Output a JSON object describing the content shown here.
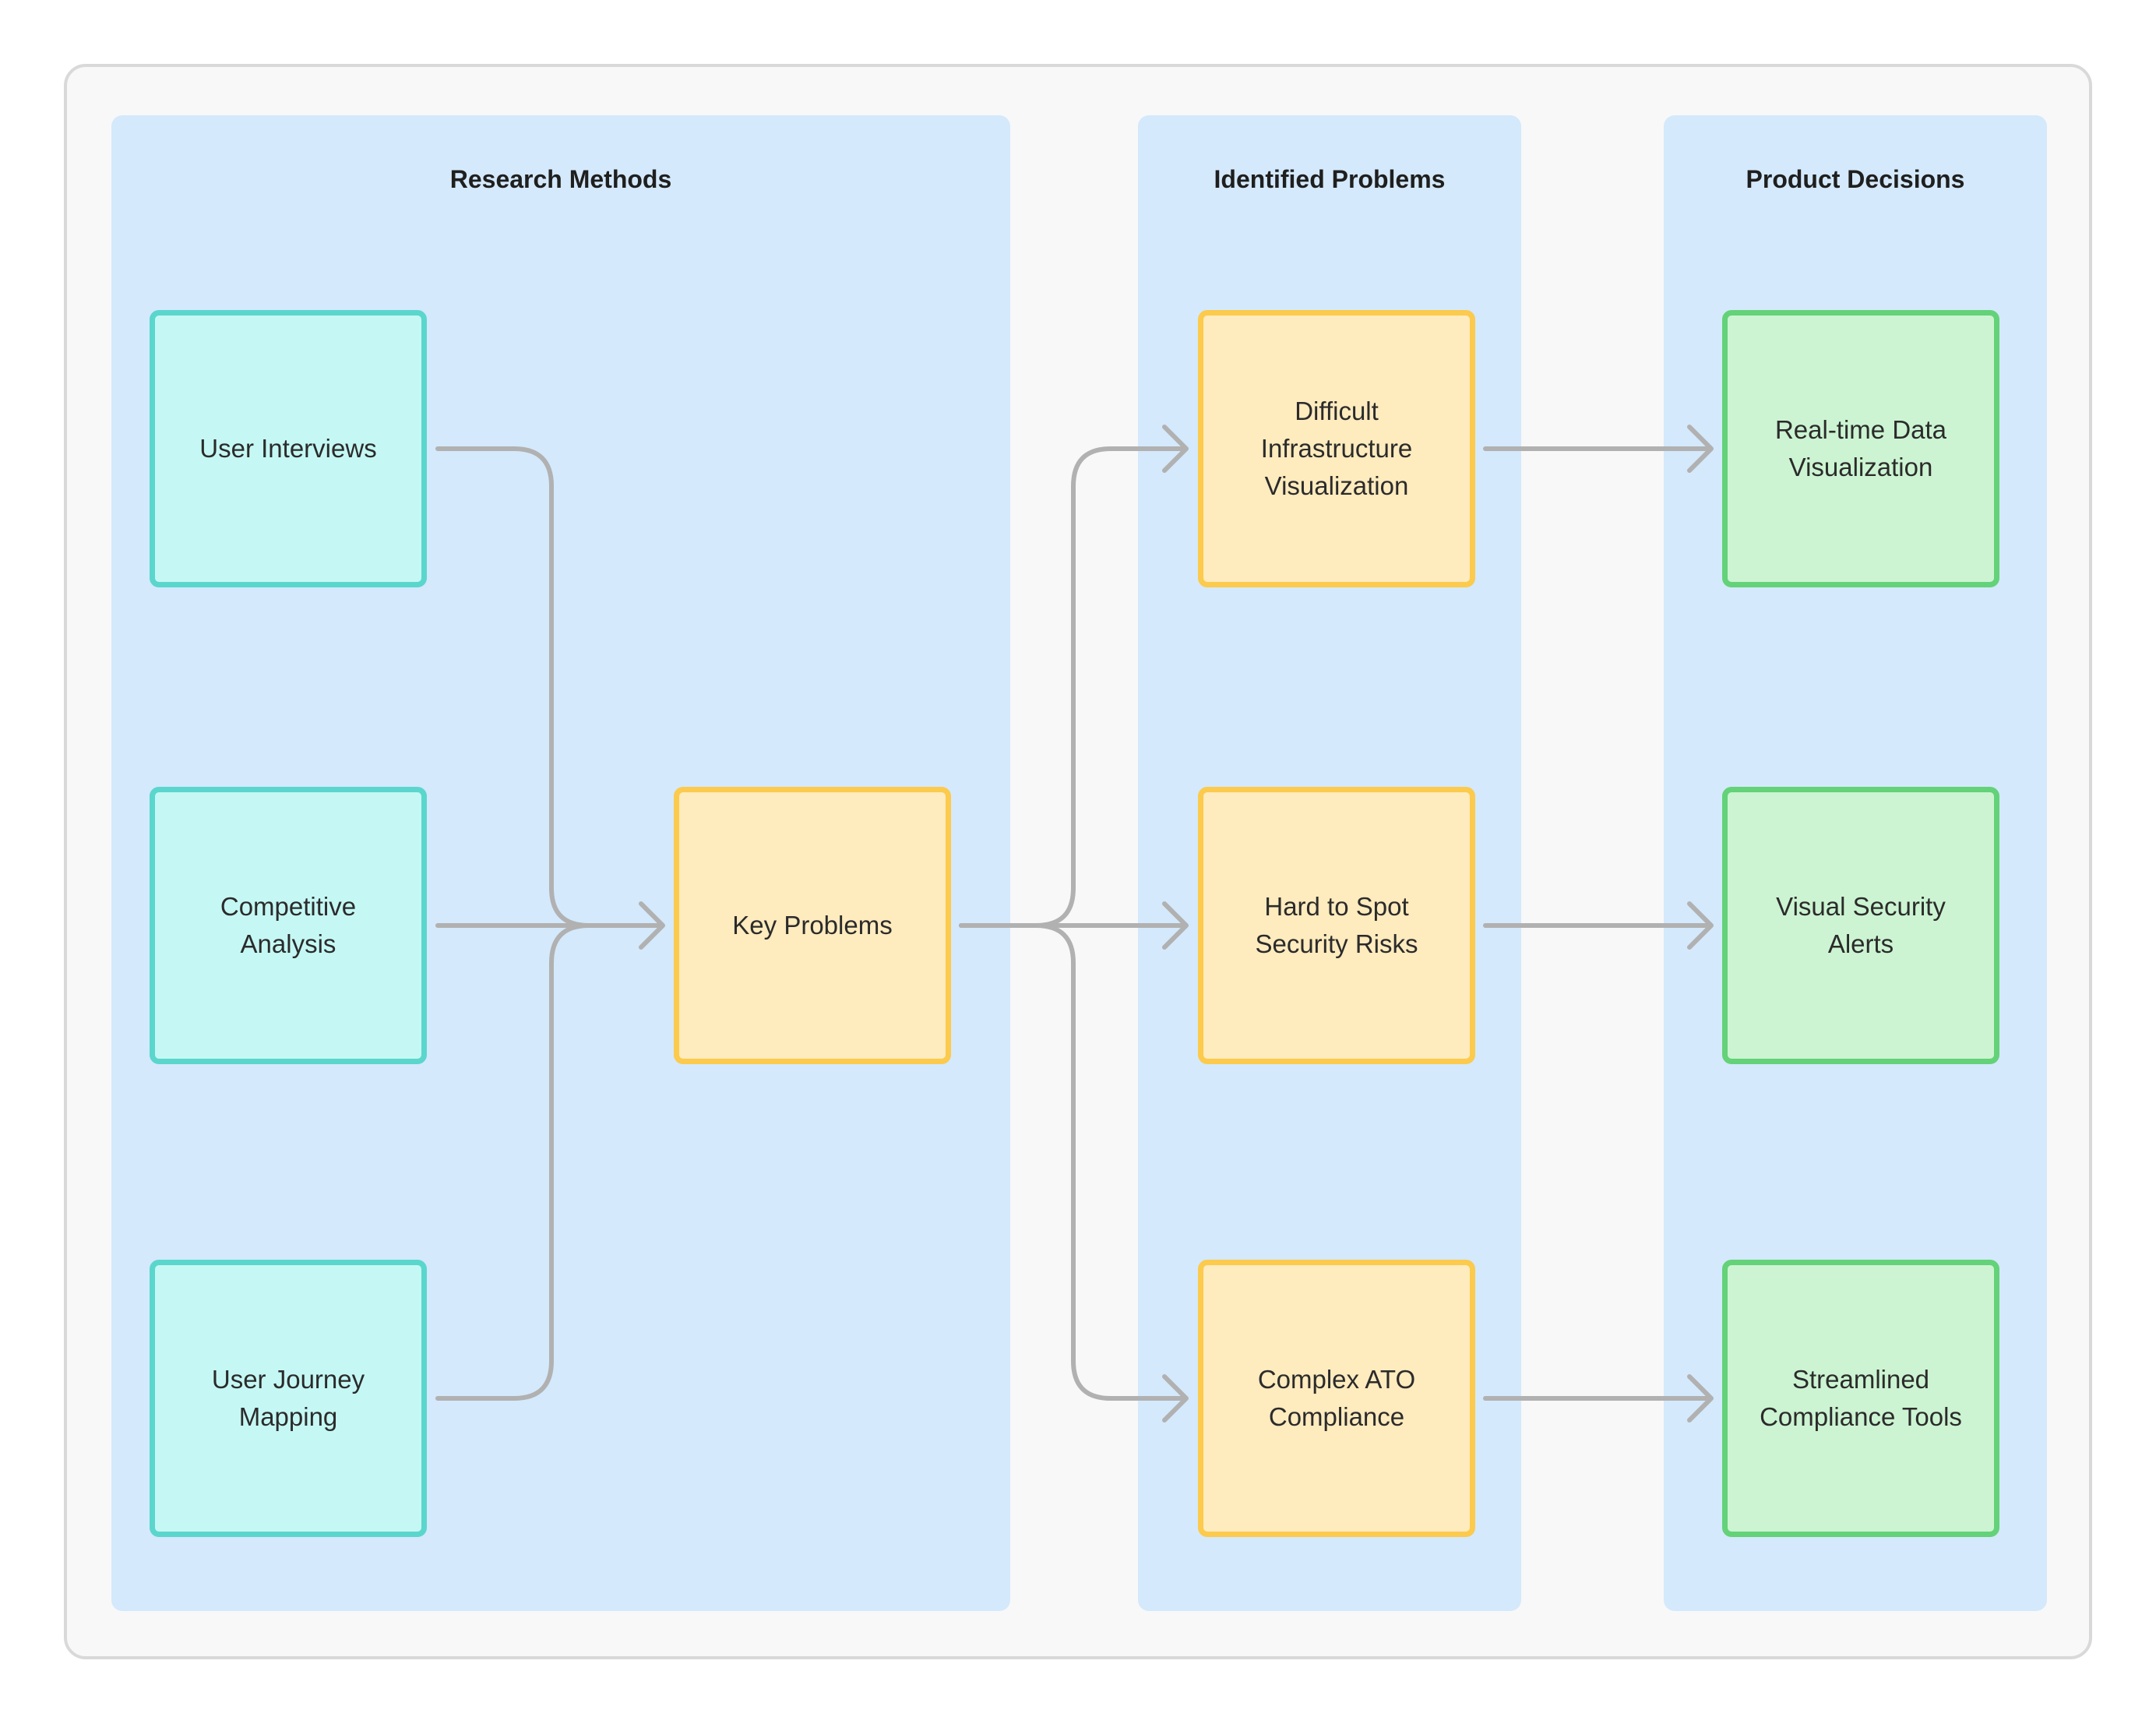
{
  "columns": {
    "research": {
      "title": "Research Methods"
    },
    "problems": {
      "title": "Identified Problems"
    },
    "decisions": {
      "title": "Product Decisions"
    }
  },
  "nodes": {
    "user_interviews": "User Interviews",
    "competitive_analysis": "Competitive Analysis",
    "user_journey_mapping": "User Journey Mapping",
    "key_problems": "Key Problems",
    "difficult_infrastructure": "Difficult Infrastructure Visualization",
    "hard_to_spot": "Hard to Spot Security Risks",
    "complex_ato": "Complex ATO Compliance",
    "realtime_data": "Real-time Data Visualization",
    "visual_alerts": "Visual Security Alerts",
    "streamlined_tools": "Streamlined Compliance Tools"
  },
  "edges": [
    [
      "user_interviews",
      "key_problems"
    ],
    [
      "competitive_analysis",
      "key_problems"
    ],
    [
      "user_journey_mapping",
      "key_problems"
    ],
    [
      "key_problems",
      "difficult_infrastructure"
    ],
    [
      "key_problems",
      "hard_to_spot"
    ],
    [
      "key_problems",
      "complex_ato"
    ],
    [
      "difficult_infrastructure",
      "realtime_data"
    ],
    [
      "hard_to_spot",
      "visual_alerts"
    ],
    [
      "complex_ato",
      "streamlined_tools"
    ]
  ],
  "colors": {
    "frame_bg": "#f8f8f8",
    "column_bg": "#d4e9fb",
    "research_fill": "#c5f8f4",
    "research_border": "#5ad6cd",
    "problem_fill": "#feebbe",
    "problem_border": "#fcca4c",
    "decision_fill": "#ccf4d2",
    "decision_border": "#63d278",
    "edge": "#b1b1b1"
  }
}
